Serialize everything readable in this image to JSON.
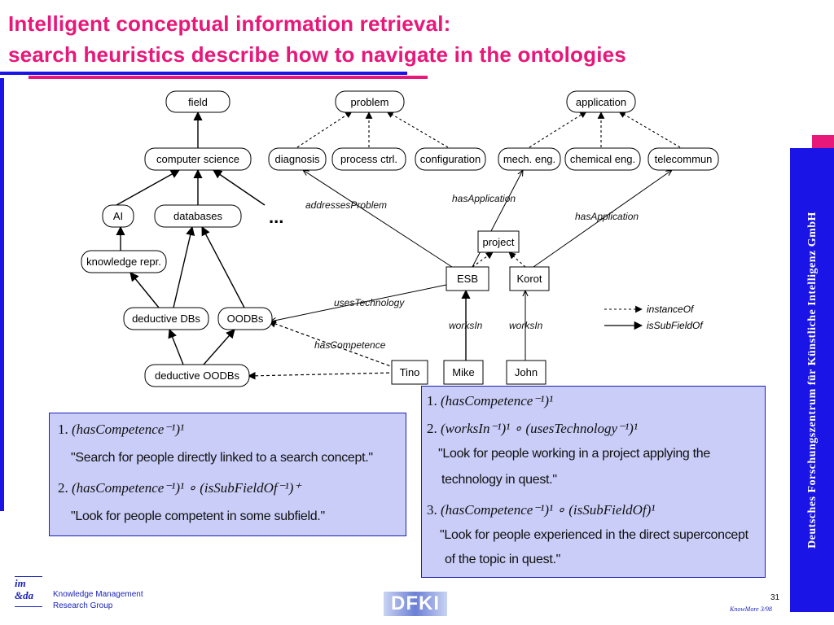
{
  "slide": {
    "title_line1": "Intelligent conceptual information retrieval:",
    "title_line2": "search heuristics describe how to navigate in the ontologies",
    "side_label": "Deutsches Forschungszentrum für Künstliche Intelligenz GmbH",
    "page_number": "31",
    "footer_group_line1": "Knowledge Management",
    "footer_group_line2": "Research Group",
    "footer_logo_text": "im\n&da",
    "footer_dfki": "DFKI",
    "footer_small": "KnowMore 3/98"
  },
  "diagram": {
    "nodes": {
      "field": "field",
      "problem": "problem",
      "application": "application",
      "computer_science": "computer science",
      "diagnosis": "diagnosis",
      "process_ctrl": "process ctrl.",
      "configuration": "configuration",
      "mech_eng": "mech. eng.",
      "chemical_eng": "chemical eng.",
      "telecommun": "telecommun",
      "ai": "AI",
      "databases": "databases",
      "ellipsis": "...",
      "knowledge_repr": "knowledge repr.",
      "project": "project",
      "esb": "ESB",
      "korot": "Korot",
      "deductive_dbs": "deductive DBs",
      "oodbs": "OODBs",
      "deductive_oodbs": "deductive OODBs",
      "tino": "Tino",
      "mike": "Mike",
      "john": "John"
    },
    "edge_labels": {
      "addresses_problem": "addressesProblem",
      "has_application_1": "hasApplication",
      "has_application_2": "hasApplication",
      "uses_technology": "usesTechnology",
      "works_in_1": "worksIn",
      "works_in_2": "worksIn",
      "has_competence": "hasCompetence"
    },
    "legend": {
      "instance_of": "instanceOf",
      "is_sub_field_of": "isSubFieldOf"
    }
  },
  "left_box": {
    "h1_num": "1.",
    "h1_formula": "(hasCompetence⁻¹)¹",
    "h1_quote": "\"Search for people directly linked to a search concept.\"",
    "h2_num": "2.",
    "h2_formula": "(hasCompetence⁻¹)¹ ∘ (isSubFieldOf⁻¹)⁺",
    "h2_quote": "\"Look for people competent in some subfield.\""
  },
  "right_box": {
    "h1_num": "1.",
    "h1_formula": "(hasCompetence⁻¹)¹",
    "h2_num": "2.",
    "h2_formula": "(worksIn⁻¹)¹ ∘ (usesTechnology⁻¹)¹",
    "h2_quote_line1": "\"Look for people working in a project applying the",
    "h2_quote_line2": "technology in quest.\"",
    "h3_num": "3.",
    "h3_formula": "(hasCompetence⁻¹)¹ ∘ (isSubFieldOf)¹",
    "h3_quote_line1": "\"Look for people experienced in the direct superconcept",
    "h3_quote_line2": "of the topic in quest.\""
  },
  "colors": {
    "title_pink": "#e8177a",
    "accent_blue": "#1a14e6",
    "box_fill": "#c9cdf7",
    "box_border": "#1a23b8"
  }
}
